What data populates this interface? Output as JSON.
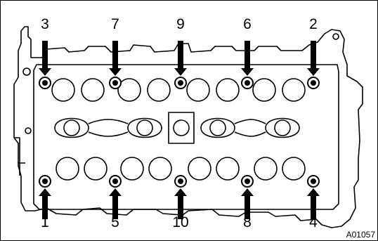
{
  "figure": {
    "code": "A01057",
    "bolts": [
      {
        "label": "3",
        "row": "top"
      },
      {
        "label": "7",
        "row": "top"
      },
      {
        "label": "9",
        "row": "top"
      },
      {
        "label": "6",
        "row": "top"
      },
      {
        "label": "2",
        "row": "top"
      },
      {
        "label": "1",
        "row": "bottom"
      },
      {
        "label": "5",
        "row": "bottom"
      },
      {
        "label": "10",
        "row": "bottom"
      },
      {
        "label": "8",
        "row": "bottom"
      },
      {
        "label": "4",
        "row": "bottom"
      }
    ]
  }
}
